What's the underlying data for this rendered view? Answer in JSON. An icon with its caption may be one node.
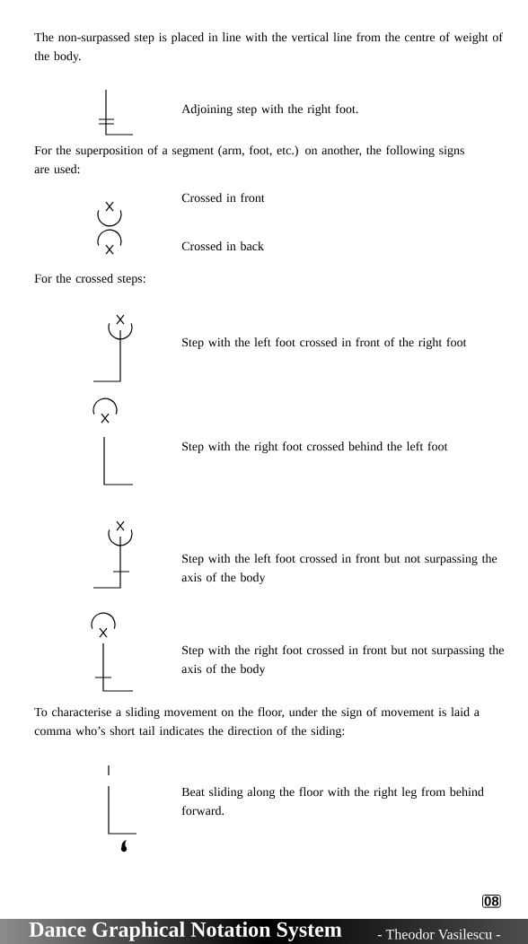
{
  "diagram": {
    "labels": [
      "The non-surpassed step is placed in line with the vertical line from the centre of weight of the body.",
      "Adjoining step with the right foot.",
      "For the superposition of a segment (arm, foot, etc.) on another, the following signs are used:",
      "Crossed in front",
      "Crossed in back",
      "For the crossed steps:",
      "Step with the left foot crossed in front of the right foot",
      "Step with the right foot crossed behind the left foot",
      "Step with the left foot crossed in front but not surpassing the axis of the body",
      "Step with the right foot crossed in front but not surpassing the axis of the body",
      "To characterise a sliding movement on the floor, under the sign of movement is laid a comma who’s short tail indicates the direction of the siding:",
      "Beat sliding along the floor with the right leg from behind forward.",
      "08",
      "Dance Graphical Notation System",
      "- Theodor Vasilescu -"
    ]
  }
}
